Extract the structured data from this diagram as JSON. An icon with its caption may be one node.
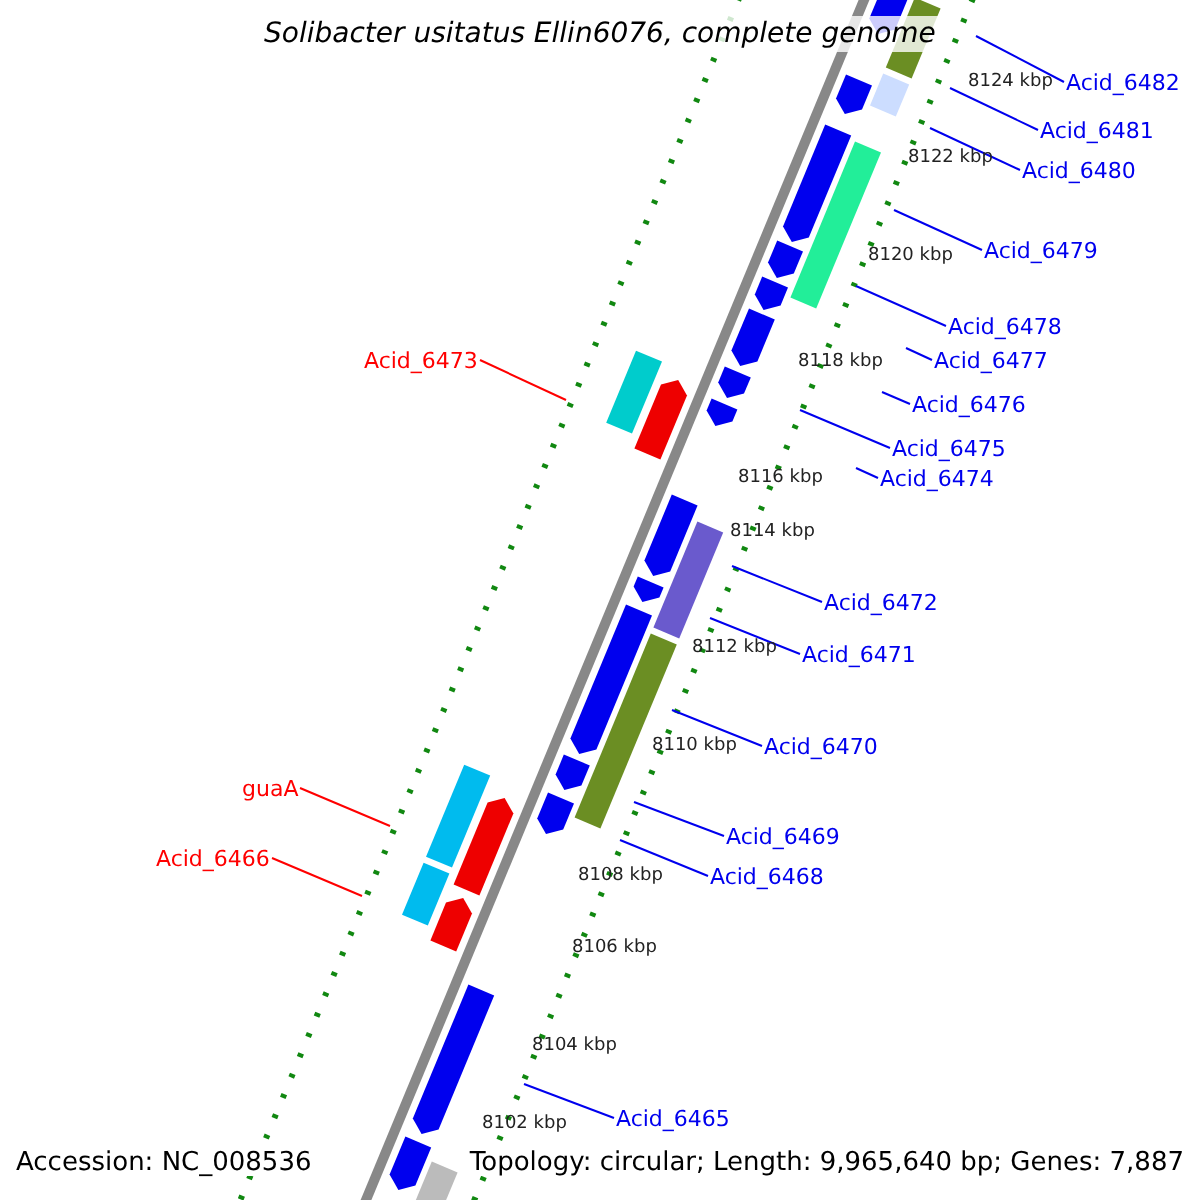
{
  "diagram": {
    "title": "Solibacter usitatus Ellin6076, complete genome",
    "nodes": [
      {
        "text": [
          "Acid_6482"
        ]
      },
      {
        "text": [
          "Acid_6481"
        ]
      },
      {
        "text": [
          "Acid_6480"
        ]
      },
      {
        "text": [
          "Acid_6479"
        ]
      },
      {
        "text": [
          "Acid_6478"
        ]
      },
      {
        "text": [
          "Acid_6473"
        ]
      },
      {
        "text": [
          "Acid_6477"
        ]
      },
      {
        "text": [
          "Acid_6476"
        ]
      },
      {
        "text": [
          "Acid_6475"
        ]
      },
      {
        "text": [
          "Acid_6474"
        ]
      },
      {
        "text": [
          "Acid_6472"
        ]
      },
      {
        "text": [
          "Acid_6471"
        ]
      },
      {
        "text": [
          "Acid_6470"
        ]
      },
      {
        "text": [
          "guaA"
        ]
      },
      {
        "text": [
          "Acid_6469"
        ]
      },
      {
        "text": [
          "Acid_6466"
        ]
      },
      {
        "text": [
          "Acid_6468"
        ]
      },
      {
        "text": [
          "Acid_6465"
        ]
      }
    ],
    "edges": [
      {
        "from": 0,
        "to": null,
        "arrow": "none"
      },
      {
        "from": 1,
        "to": null,
        "arrow": "none"
      },
      {
        "from": 2,
        "to": null,
        "arrow": "none"
      },
      {
        "from": 3,
        "to": null,
        "arrow": "none"
      },
      {
        "from": 4,
        "to": null,
        "arrow": "none"
      },
      {
        "from": 5,
        "to": null,
        "arrow": "none",
        "color": "#ff0000"
      },
      {
        "from": 6,
        "to": null,
        "arrow": "none"
      },
      {
        "from": 7,
        "to": null,
        "arrow": "none"
      },
      {
        "from": 8,
        "to": null,
        "arrow": "none"
      },
      {
        "from": 9,
        "to": null,
        "arrow": "none"
      },
      {
        "from": 10,
        "to": null,
        "arrow": "none"
      },
      {
        "from": 11,
        "to": null,
        "arrow": "none"
      },
      {
        "from": 12,
        "to": null,
        "arrow": "none"
      },
      {
        "from": 13,
        "to": null,
        "arrow": "none",
        "color": "#ff0000"
      },
      {
        "from": 14,
        "to": null,
        "arrow": "none"
      },
      {
        "from": 15,
        "to": null,
        "arrow": "none",
        "color": "#ff0000"
      },
      {
        "from": 16,
        "to": null,
        "arrow": "none"
      },
      {
        "from": 17,
        "to": null,
        "arrow": "none"
      }
    ],
    "labels": [
      "8124 kbp",
      "8122 kbp",
      "8120 kbp",
      "8118 kbp",
      "8116 kbp",
      "8114 kbp",
      "8112 kbp",
      "8110 kbp",
      "8108 kbp",
      "8106 kbp",
      "8104 kbp",
      "8102 kbp",
      "Accession: NC_008536",
      "Topology: circular; Length: 9,965,640 bp; Genes: 7,887"
    ]
  }
}
